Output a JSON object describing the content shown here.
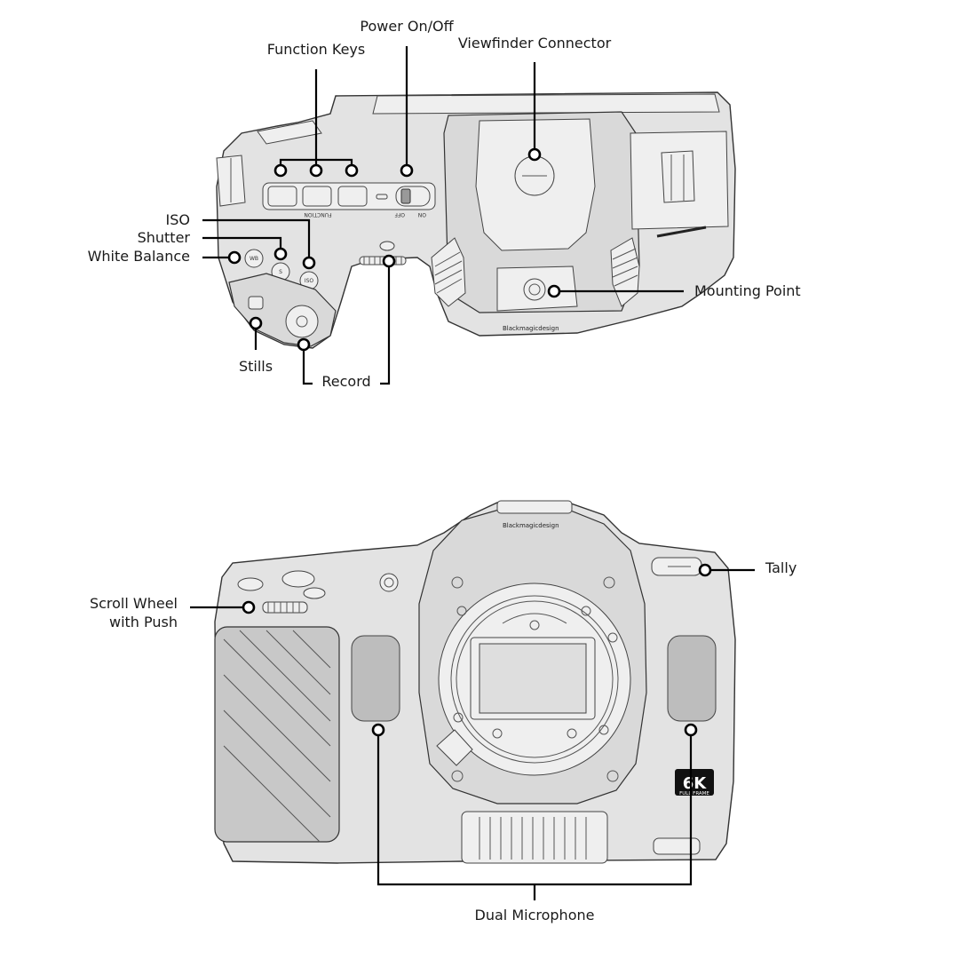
{
  "top_view": {
    "labels": {
      "power": "Power On/Off",
      "function_keys": "Function Keys",
      "viewfinder": "Viewfinder Connector",
      "iso": "ISO",
      "shutter": "Shutter",
      "white_balance": "White Balance",
      "mounting_point": "Mounting Point",
      "stills": "Stills",
      "record": "Record"
    },
    "button_marks": {
      "wb": "WB",
      "s": "S",
      "iso": "ISO",
      "function": "FUNCTION",
      "off": "OFF",
      "on": "ON",
      "brand": "Blackmagicdesign"
    }
  },
  "front_view": {
    "labels": {
      "scroll_wheel_line1": "Scroll Wheel",
      "scroll_wheel_line2": "with Push",
      "tally": "Tally",
      "dual_microphone": "Dual Microphone"
    },
    "badge": {
      "big": "6K",
      "small": "FULL FRAME"
    },
    "brand": "Blackmagicdesign"
  }
}
